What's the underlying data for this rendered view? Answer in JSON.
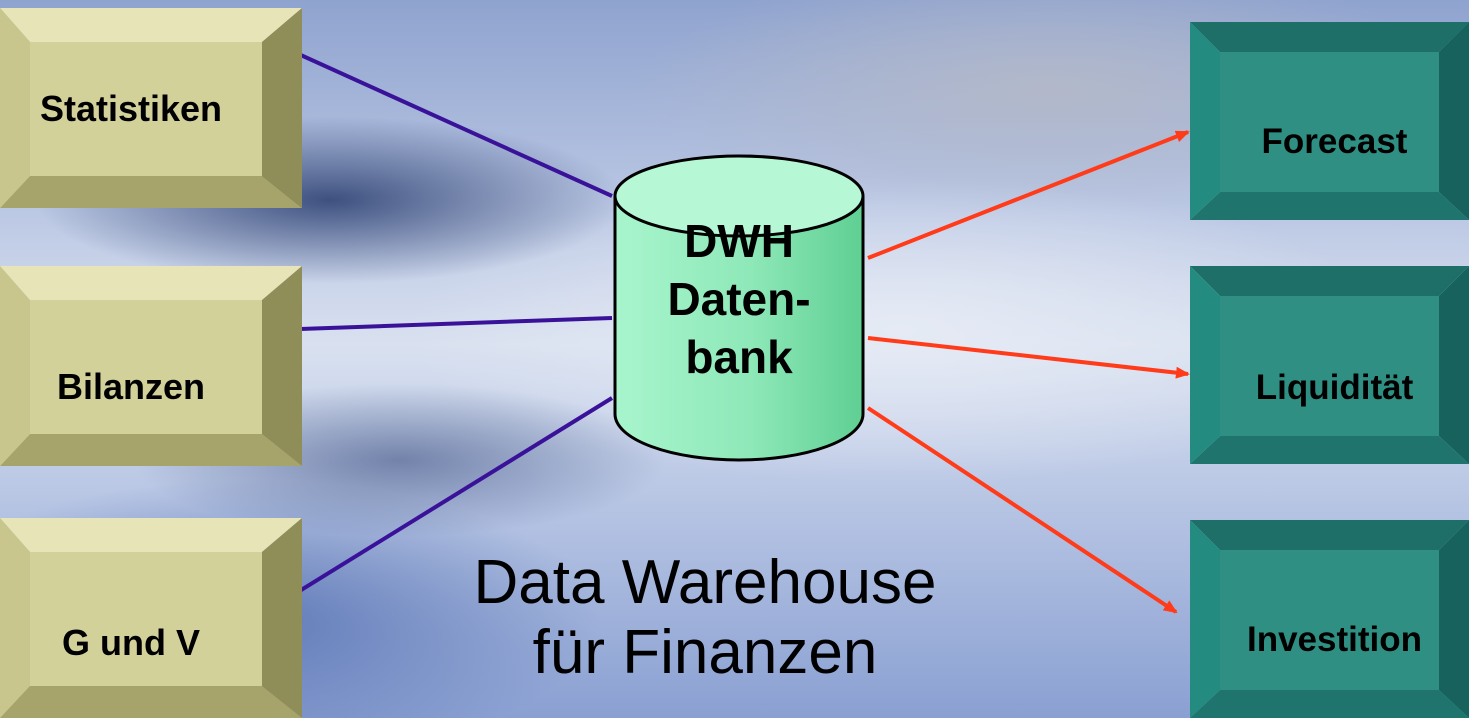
{
  "left_boxes": [
    {
      "label": "Statistiken"
    },
    {
      "label": "Bilanzen"
    },
    {
      "label": "G und V"
    }
  ],
  "right_boxes": [
    {
      "label": "Forecast"
    },
    {
      "label": "Liquidität"
    },
    {
      "label": "Investition"
    }
  ],
  "database": {
    "lines": [
      "DWH",
      "Daten-",
      "bank"
    ]
  },
  "caption": {
    "line1": "Data Warehouse",
    "line2": "für Finanzen"
  },
  "colors": {
    "left_box_face": "#d3d19a",
    "right_box_face": "#2f8f83",
    "cylinder": "#8ee8b8",
    "left_arrow": "#3a129a",
    "right_arrow": "#ff3b1a"
  }
}
